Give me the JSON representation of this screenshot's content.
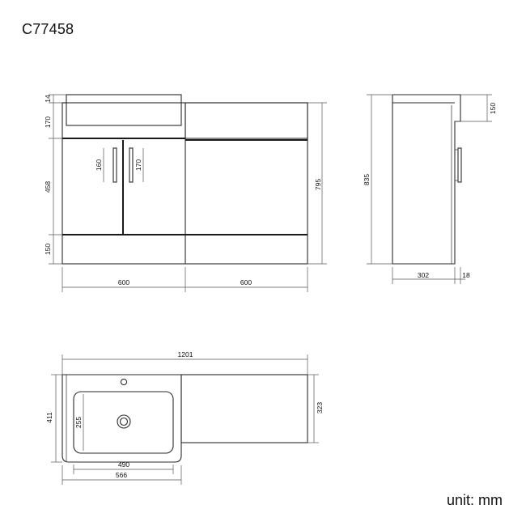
{
  "header": {
    "model_code": "C77458"
  },
  "footer": {
    "unit_note": "unit: mm"
  },
  "front_view": {
    "dims": {
      "top_gap": "14",
      "top_section": "170",
      "door_section": "458",
      "plinth": "150",
      "left_handle": "160",
      "right_handle": "170",
      "total_height": "795",
      "left_width": "600",
      "right_width": "600"
    }
  },
  "side_view": {
    "dims": {
      "height": "835",
      "top_offset": "150",
      "depth": "302",
      "door_thickness": "18"
    }
  },
  "top_view": {
    "dims": {
      "total_width": "1201",
      "basin_depth": "411",
      "bowl_depth": "255",
      "right_depth": "323",
      "bowl_width": "490",
      "basin_width": "566"
    }
  }
}
